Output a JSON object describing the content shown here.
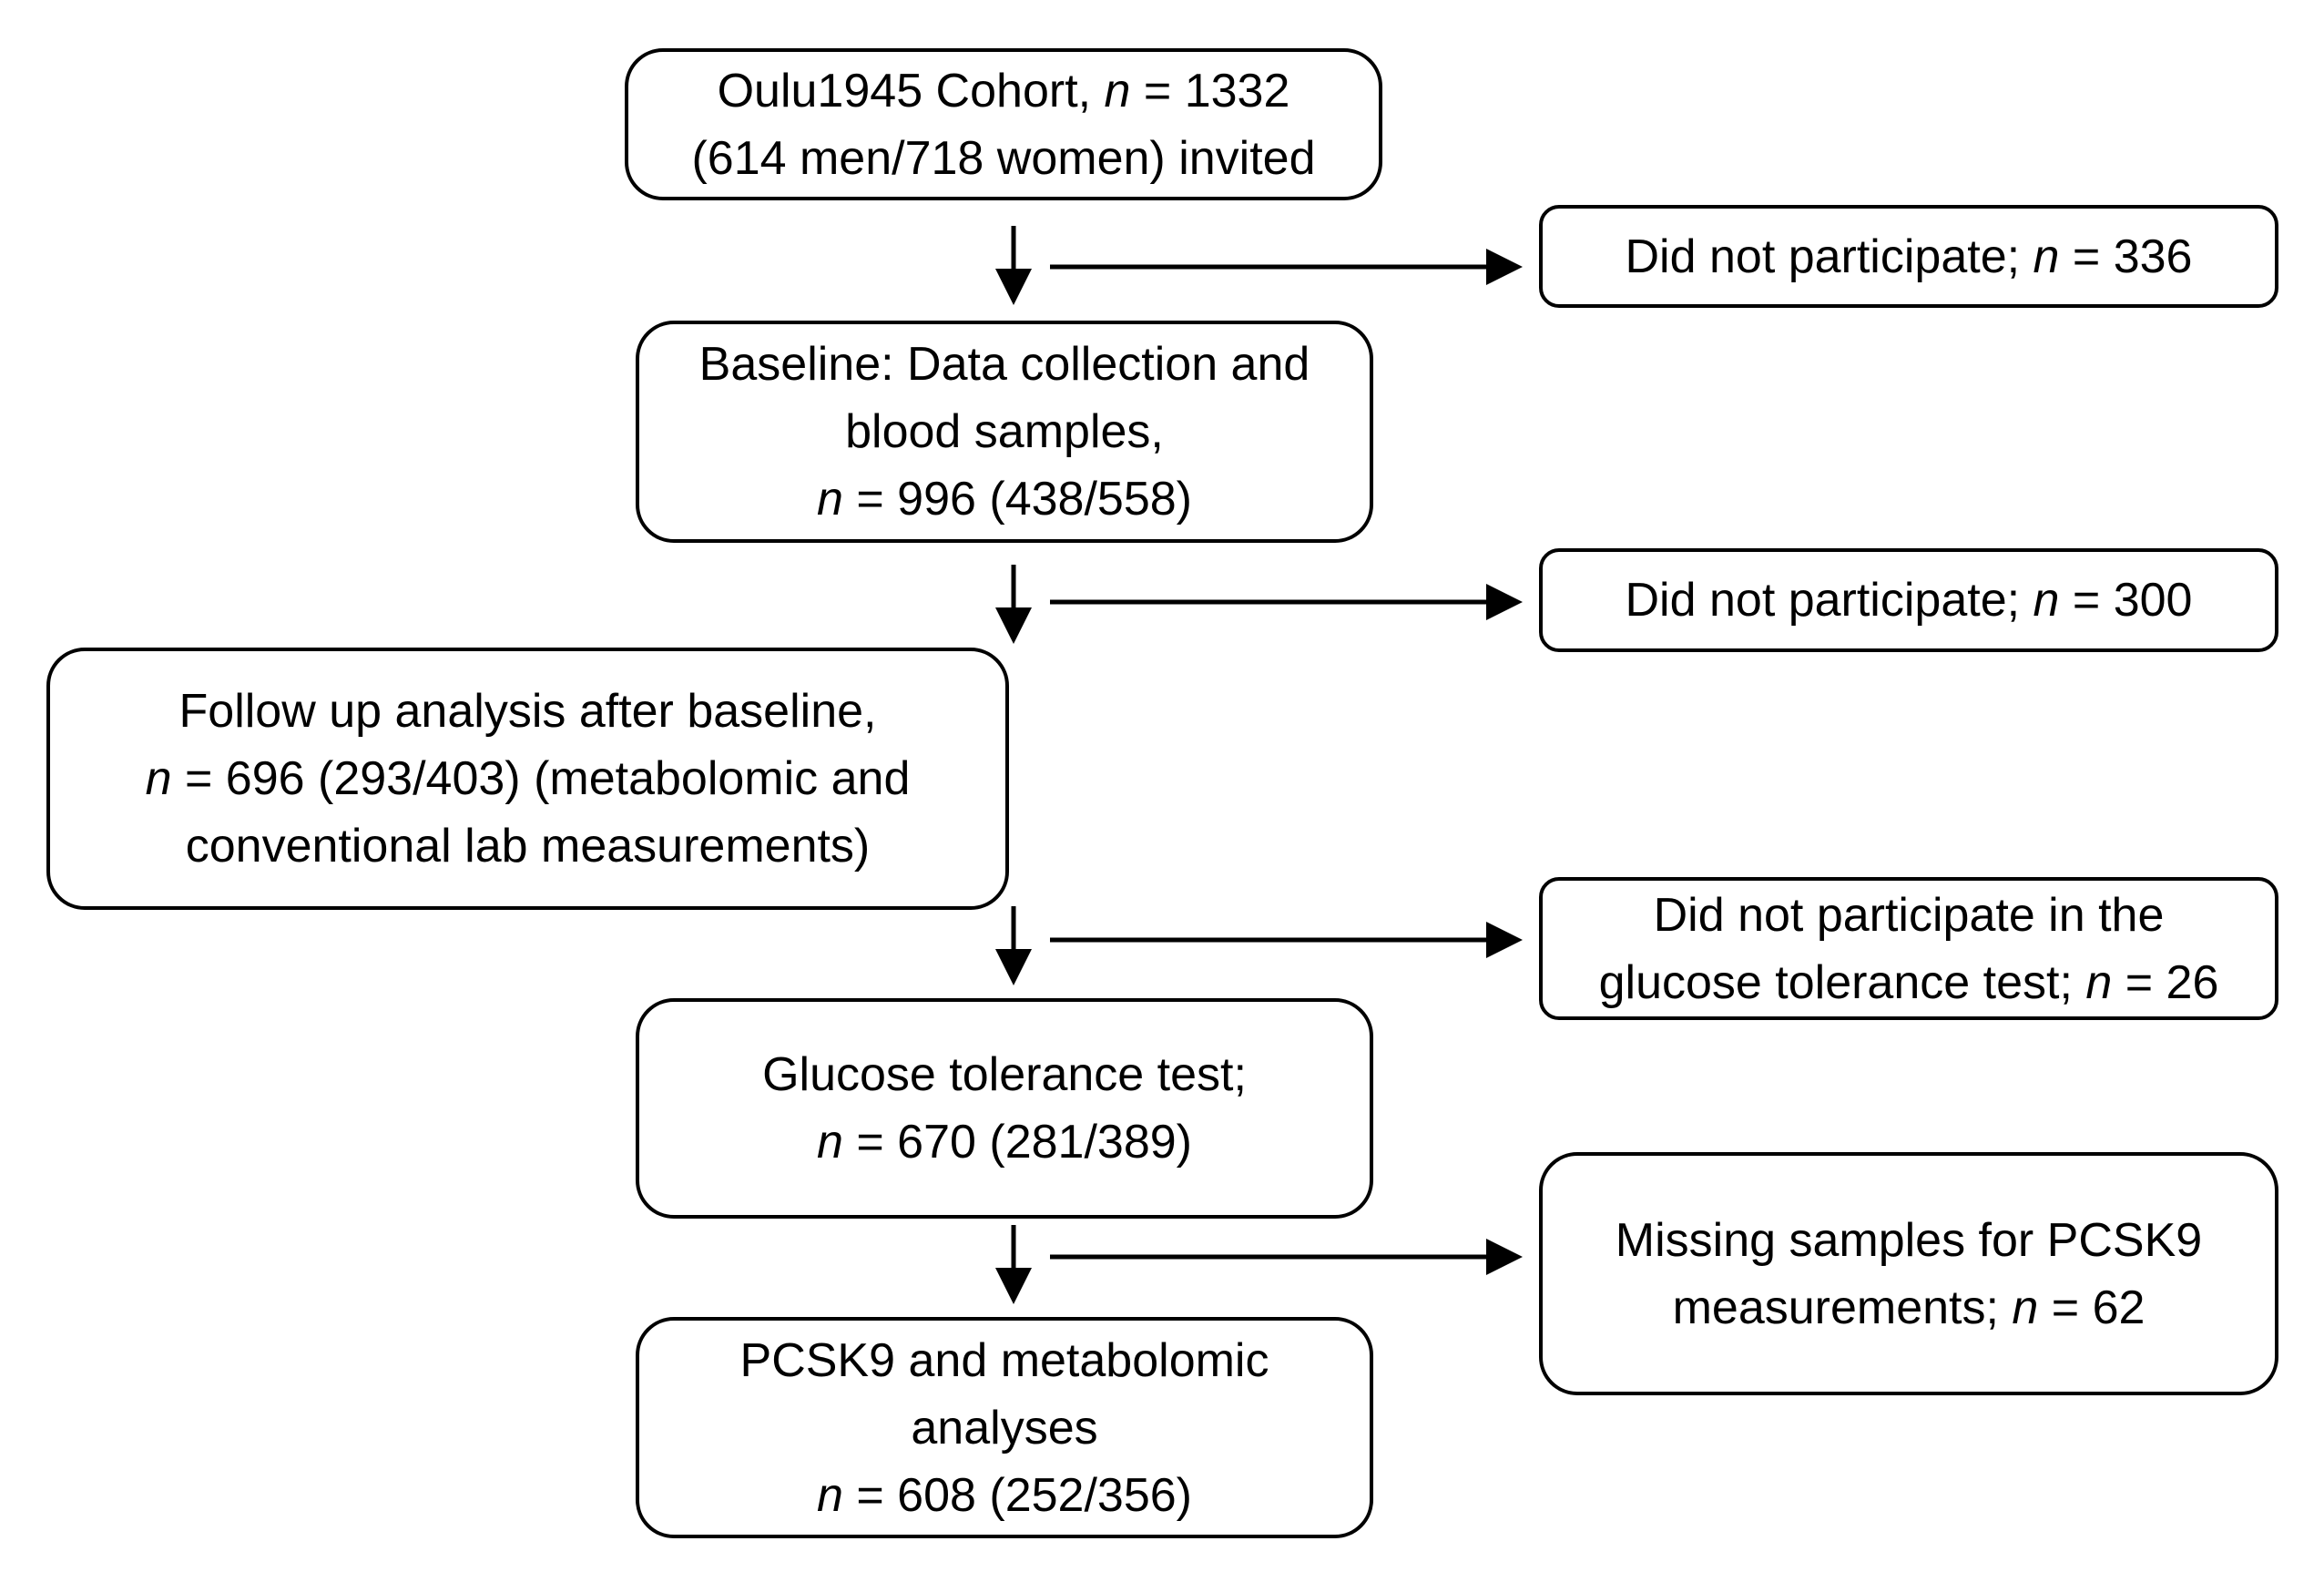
{
  "flowchart": {
    "boxes": {
      "cohort": {
        "lines": [
          [
            {
              "t": "Oulu1945 Cohort, "
            },
            {
              "t": "n",
              "i": true
            },
            {
              "t": " = 1332"
            }
          ],
          [
            {
              "t": "(614 men/718 women) invited"
            }
          ]
        ]
      },
      "baseline": {
        "lines": [
          [
            {
              "t": "Baseline: Data collection and"
            }
          ],
          [
            {
              "t": "blood samples,"
            }
          ],
          [
            {
              "t": "n",
              "i": true
            },
            {
              "t": " = 996 (438/558)"
            }
          ]
        ]
      },
      "followup": {
        "lines": [
          [
            {
              "t": "Follow up analysis after baseline,"
            }
          ],
          [
            {
              "t": "n",
              "i": true
            },
            {
              "t": " = 696 (293/403)  (metabolomic and"
            }
          ],
          [
            {
              "t": "conventional lab measurements)"
            }
          ]
        ]
      },
      "glucose": {
        "lines": [
          [
            {
              "t": "Glucose tolerance test;"
            }
          ],
          [
            {
              "t": "n",
              "i": true
            },
            {
              "t": " = 670 (281/389)"
            }
          ]
        ]
      },
      "pcsk9": {
        "lines": [
          [
            {
              "t": "PCSK9 and metabolomic"
            }
          ],
          [
            {
              "t": "analyses"
            }
          ],
          [
            {
              "t": "n",
              "i": true
            },
            {
              "t": " = 608 (252/356)"
            }
          ]
        ]
      },
      "excl1": {
        "lines": [
          [
            {
              "t": "Did not participate; "
            },
            {
              "t": "n",
              "i": true
            },
            {
              "t": " = 336"
            }
          ]
        ]
      },
      "excl2": {
        "lines": [
          [
            {
              "t": "Did not participate; "
            },
            {
              "t": "n",
              "i": true
            },
            {
              "t": " = 300"
            }
          ]
        ]
      },
      "excl3": {
        "lines": [
          [
            {
              "t": "Did not participate in the"
            }
          ],
          [
            {
              "t": "glucose tolerance test; "
            },
            {
              "t": "n",
              "i": true
            },
            {
              "t": " = 26"
            }
          ]
        ]
      },
      "excl4": {
        "lines": [
          [
            {
              "t": "Missing samples for PCSK9"
            }
          ],
          [
            {
              "t": "measurements; "
            },
            {
              "t": "n",
              "i": true
            },
            {
              "t": " = 62"
            }
          ]
        ]
      }
    }
  }
}
